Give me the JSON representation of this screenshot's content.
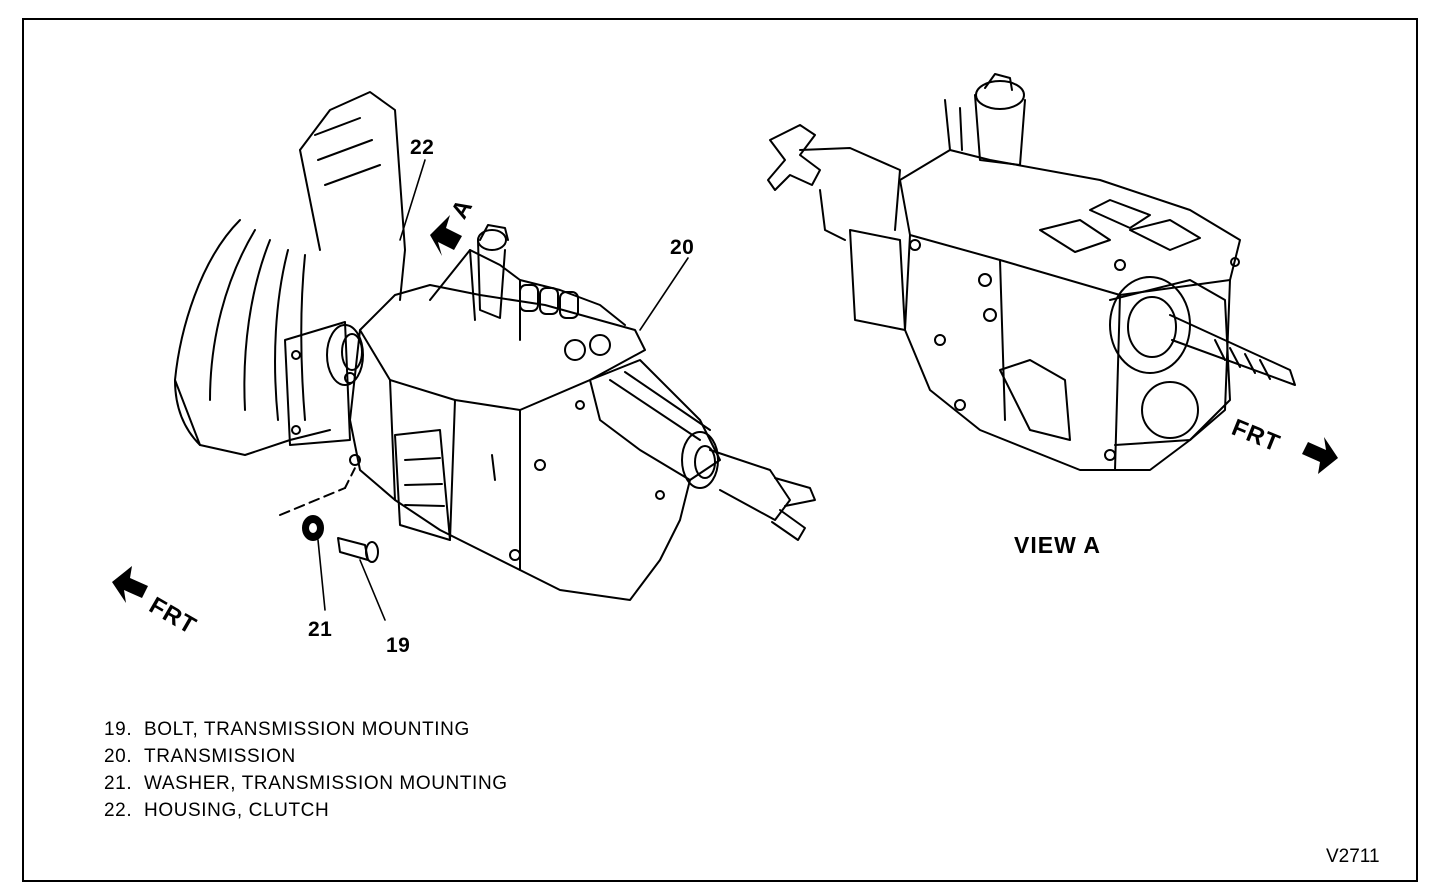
{
  "diagram": {
    "callouts": [
      {
        "id": "19",
        "label": "19"
      },
      {
        "id": "20",
        "label": "20"
      },
      {
        "id": "21",
        "label": "21"
      },
      {
        "id": "22",
        "label": "22"
      }
    ],
    "direction_labels": {
      "front_left": "FRT",
      "front_right": "FRT",
      "view_arrow": "A"
    },
    "view_title": "VIEW A",
    "legend": [
      {
        "num": "19.",
        "text": "BOLT, TRANSMISSION MOUNTING"
      },
      {
        "num": "20.",
        "text": "TRANSMISSION"
      },
      {
        "num": "21.",
        "text": "WASHER, TRANSMISSION MOUNTING"
      },
      {
        "num": "22.",
        "text": "HOUSING, CLUTCH"
      }
    ],
    "figure_id": "V2711"
  }
}
